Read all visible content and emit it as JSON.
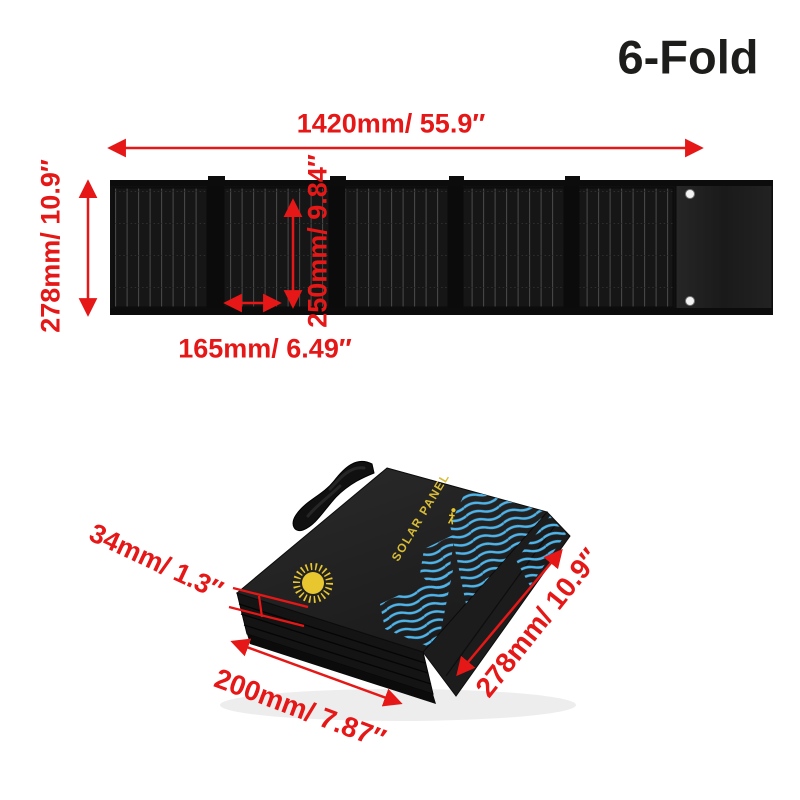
{
  "title": "6-Fold",
  "colors": {
    "dimension_red": "#e51717",
    "panel_black": "#151515",
    "wave_blue": "#4fb4e9",
    "sun_yellow": "#e7c62f",
    "title_black": "#1d1d1b"
  },
  "unfolded_view": {
    "total_width_label": "1420mm/ 55.9″",
    "total_height_label": "278mm/ 10.9″",
    "panel_height_label": "250mm/ 9.84″",
    "panel_width_label": "165mm/ 6.49″"
  },
  "folded_view": {
    "case_print": "SOLAR PANEL",
    "thickness_label": "34mm/ 1.3″",
    "width_label": "200mm/ 7.87″",
    "depth_label": "278mm/ 10.9″"
  }
}
